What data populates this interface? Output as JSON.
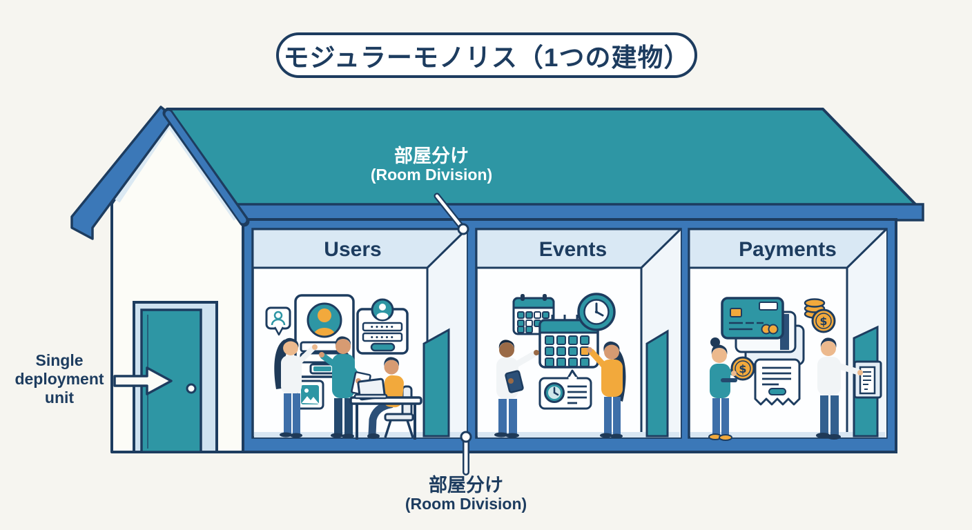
{
  "title": {
    "text": "モジュラーモノリス（1つの建物）"
  },
  "annotations": {
    "room_division_top": {
      "jp": "部屋分け",
      "en": "(Room Division)"
    },
    "room_division_bottom": {
      "jp": "部屋分け",
      "en": "(Room Division)"
    },
    "single_deployment_unit": "Single\ndeployment\nunit"
  },
  "rooms": [
    {
      "name": "Users",
      "icons": [
        "user-chat-bubble-icon",
        "profile-card-icon",
        "login-form-icon",
        "photo-card-icon",
        "laptop-desk-icon"
      ]
    },
    {
      "name": "Events",
      "icons": [
        "small-calendar-icon",
        "calendar-icon",
        "clock-icon",
        "schedule-note-icon"
      ]
    },
    {
      "name": "Payments",
      "icons": [
        "credit-card-icon",
        "coin-stack-icon",
        "dollar-coin-icon",
        "receipt-icon",
        "payment-terminal-icon"
      ]
    }
  ],
  "symbols": {
    "dollar": "$",
    "password_dots": "•••••"
  },
  "colors": {
    "roof_teal": "#2e96a4",
    "wall_blue": "#3b78b8",
    "outline_navy": "#1d3c5f",
    "accent_orange": "#f2a93c",
    "header_light_blue": "#d9e8f4",
    "background": "#f6f5f0"
  }
}
